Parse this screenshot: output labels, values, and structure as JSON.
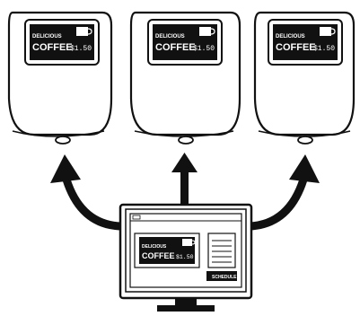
{
  "devices": [
    {
      "brand_line1": "DELICIOUS",
      "brand_line2": "COFFEE",
      "price": "$1.50"
    },
    {
      "brand_line1": "DELICIOUS",
      "brand_line2": "COFFEE",
      "price": "$1.50"
    },
    {
      "brand_line1": "DELICIOUS",
      "brand_line2": "COFFEE",
      "price": "$1.50"
    }
  ],
  "monitor": {
    "preview": {
      "brand_line1": "DELICIOUS",
      "brand_line2": "COFFEE",
      "price": "$1.50"
    },
    "send_button_label": "SCHEDULE"
  },
  "colors": {
    "ink": "#111111",
    "paper": "#ffffff"
  },
  "icons": [
    "coffee-cup-icon",
    "arrow-up-left-icon",
    "arrow-up-icon",
    "arrow-up-right-icon"
  ]
}
